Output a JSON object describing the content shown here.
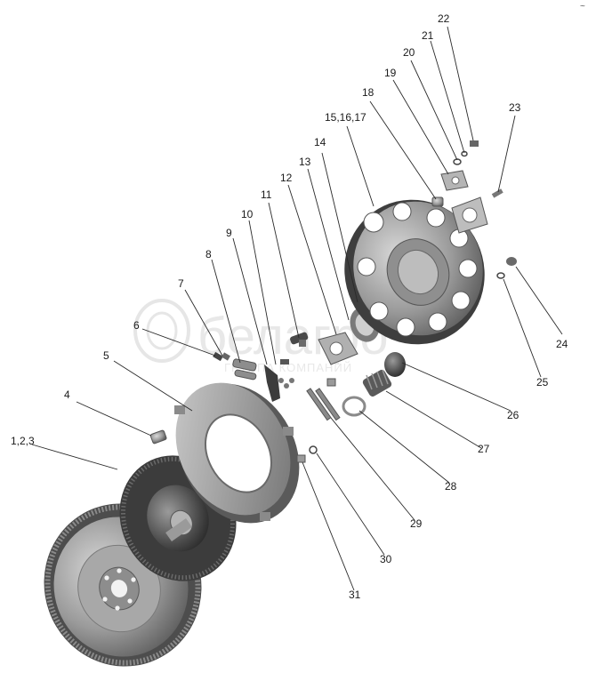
{
  "watermark": {
    "brand": "белагро",
    "subtitle": "ГРУППА КОМПАНИЙ"
  },
  "corner_mark": "~",
  "callouts": [
    {
      "id": "c1",
      "label": "1,2,3"
    },
    {
      "id": "c4",
      "label": "4"
    },
    {
      "id": "c5",
      "label": "5"
    },
    {
      "id": "c6",
      "label": "6"
    },
    {
      "id": "c7",
      "label": "7"
    },
    {
      "id": "c8",
      "label": "8"
    },
    {
      "id": "c9",
      "label": "9"
    },
    {
      "id": "c10",
      "label": "10"
    },
    {
      "id": "c11",
      "label": "11"
    },
    {
      "id": "c12",
      "label": "12"
    },
    {
      "id": "c13",
      "label": "13"
    },
    {
      "id": "c14",
      "label": "14"
    },
    {
      "id": "c15",
      "label": "15,16,17"
    },
    {
      "id": "c18",
      "label": "18"
    },
    {
      "id": "c19",
      "label": "19"
    },
    {
      "id": "c20",
      "label": "20"
    },
    {
      "id": "c21",
      "label": "21"
    },
    {
      "id": "c22",
      "label": "22"
    },
    {
      "id": "c23",
      "label": "23"
    },
    {
      "id": "c24",
      "label": "24"
    },
    {
      "id": "c25",
      "label": "25"
    },
    {
      "id": "c26",
      "label": "26"
    },
    {
      "id": "c27",
      "label": "27"
    },
    {
      "id": "c28",
      "label": "28"
    },
    {
      "id": "c29",
      "label": "29"
    },
    {
      "id": "c30",
      "label": "30"
    },
    {
      "id": "c31",
      "label": "31"
    }
  ]
}
